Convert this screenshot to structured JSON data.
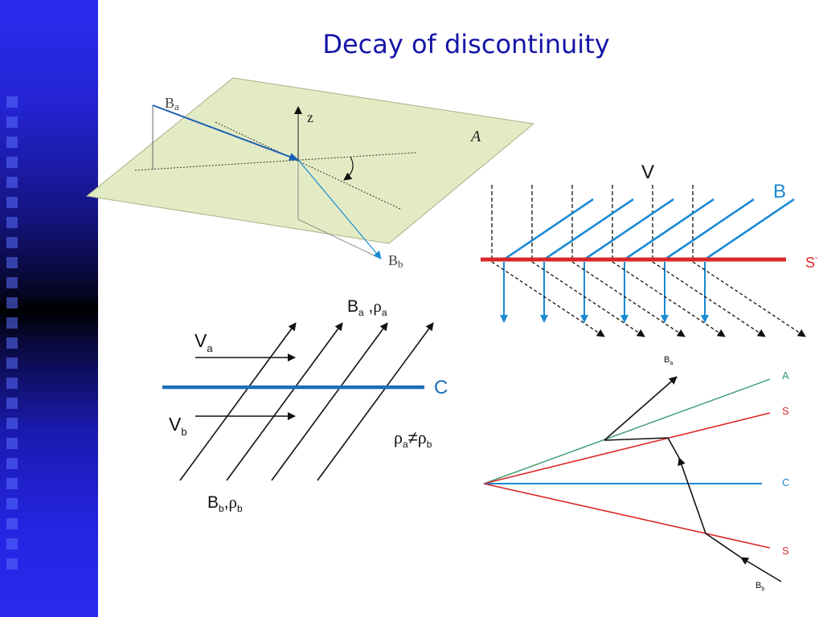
{
  "title": "Decay of discontinuity",
  "panel_plane": {
    "label_ba": "B",
    "label_ba_sub": "a",
    "label_bb": "B",
    "label_bb_sub": "b",
    "label_z": "z",
    "label_plane": "A"
  },
  "panel_field": {
    "label_v": "V",
    "label_b": "B",
    "label_s": "S",
    "label_s_sup": "-"
  },
  "panel_contact": {
    "label_ba": "B",
    "label_ba_sub": "a",
    "label_rho_a": "ρ",
    "label_rho_a_sub": "a",
    "label_va": "V",
    "label_va_sub": "a",
    "label_vb": "V",
    "label_vb_sub": "b",
    "label_c": "C",
    "label_bb": "B",
    "label_bb_sub": "b",
    "label_rho_b": "ρ",
    "label_rho_b_sub": "b",
    "ineq_rho_a": "ρ",
    "ineq_sub_a": "a",
    "ineq_sign": "≠",
    "ineq_rho_b": "ρ",
    "ineq_sub_b": "b"
  },
  "panel_fan": {
    "label_ba": "B",
    "label_ba_sub": "a",
    "label_a": "A",
    "label_s1": "S",
    "label_c": "C",
    "label_s2": "S",
    "label_bb": "B",
    "label_bb_sub": "b"
  },
  "colors": {
    "title": "#1414a8",
    "field_blue": "#1a8ad4",
    "shock_red": "#d82828",
    "alfven_green": "#3a9a6a",
    "plane_fill": "#e3ebc4"
  }
}
